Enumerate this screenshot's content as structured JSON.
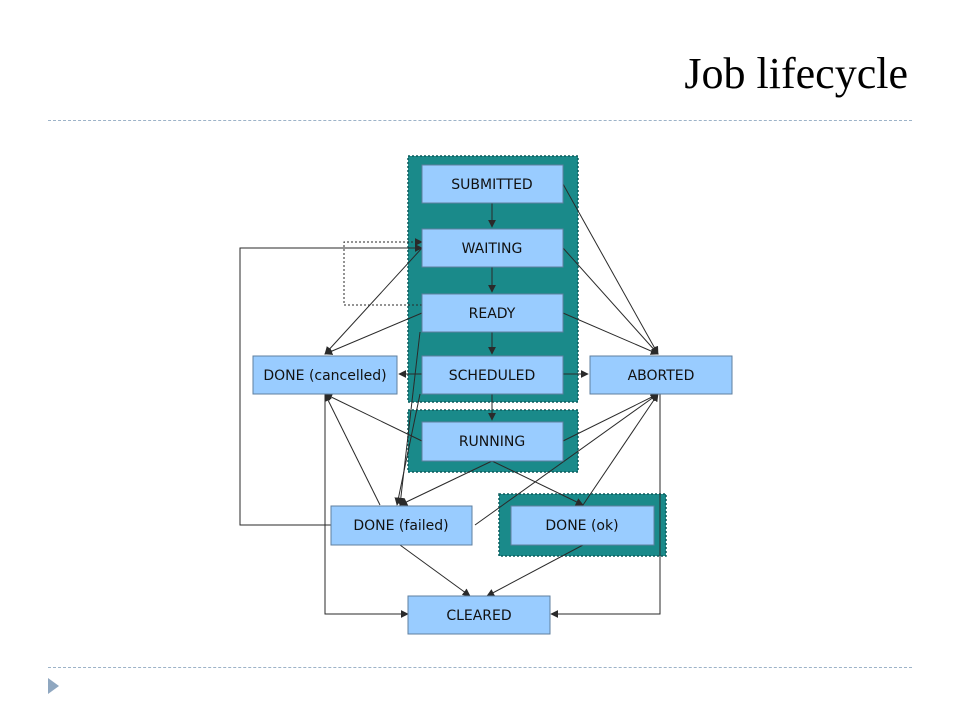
{
  "page": {
    "title": "Job lifecycle"
  },
  "diagram": {
    "states": {
      "submitted": "SUBMITTED",
      "waiting": "WAITING",
      "ready": "READY",
      "scheduled": "SCHEDULED",
      "running": "RUNNING",
      "done_cancelled": "DONE (cancelled)",
      "aborted": "ABORTED",
      "done_failed": "DONE (failed)",
      "done_ok": "DONE (ok)",
      "cleared": "CLEARED"
    },
    "colors": {
      "node_fill": "#99ccff",
      "node_stroke": "#5f7f9f",
      "group_fill": "#1a8a8a",
      "group_border": "#0d5c5c",
      "edge": "#2a2a2a"
    }
  }
}
